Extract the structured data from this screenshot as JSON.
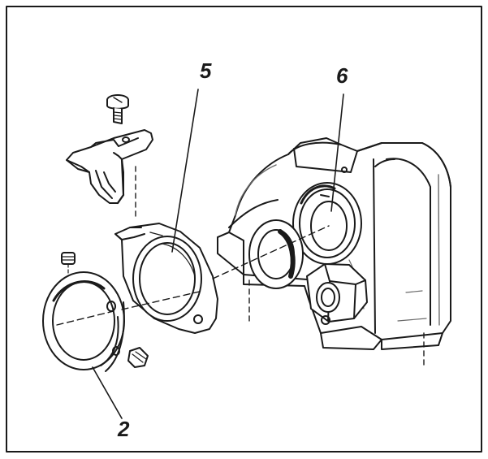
{
  "diagram": {
    "callouts": [
      {
        "id": "label-5",
        "text": "5"
      },
      {
        "id": "label-6",
        "text": "6"
      },
      {
        "id": "label-2",
        "text": "2"
      }
    ]
  },
  "colors": {
    "ink": "#1a1a1a",
    "paper": "#ffffff",
    "shade": "#6a6a6a"
  }
}
